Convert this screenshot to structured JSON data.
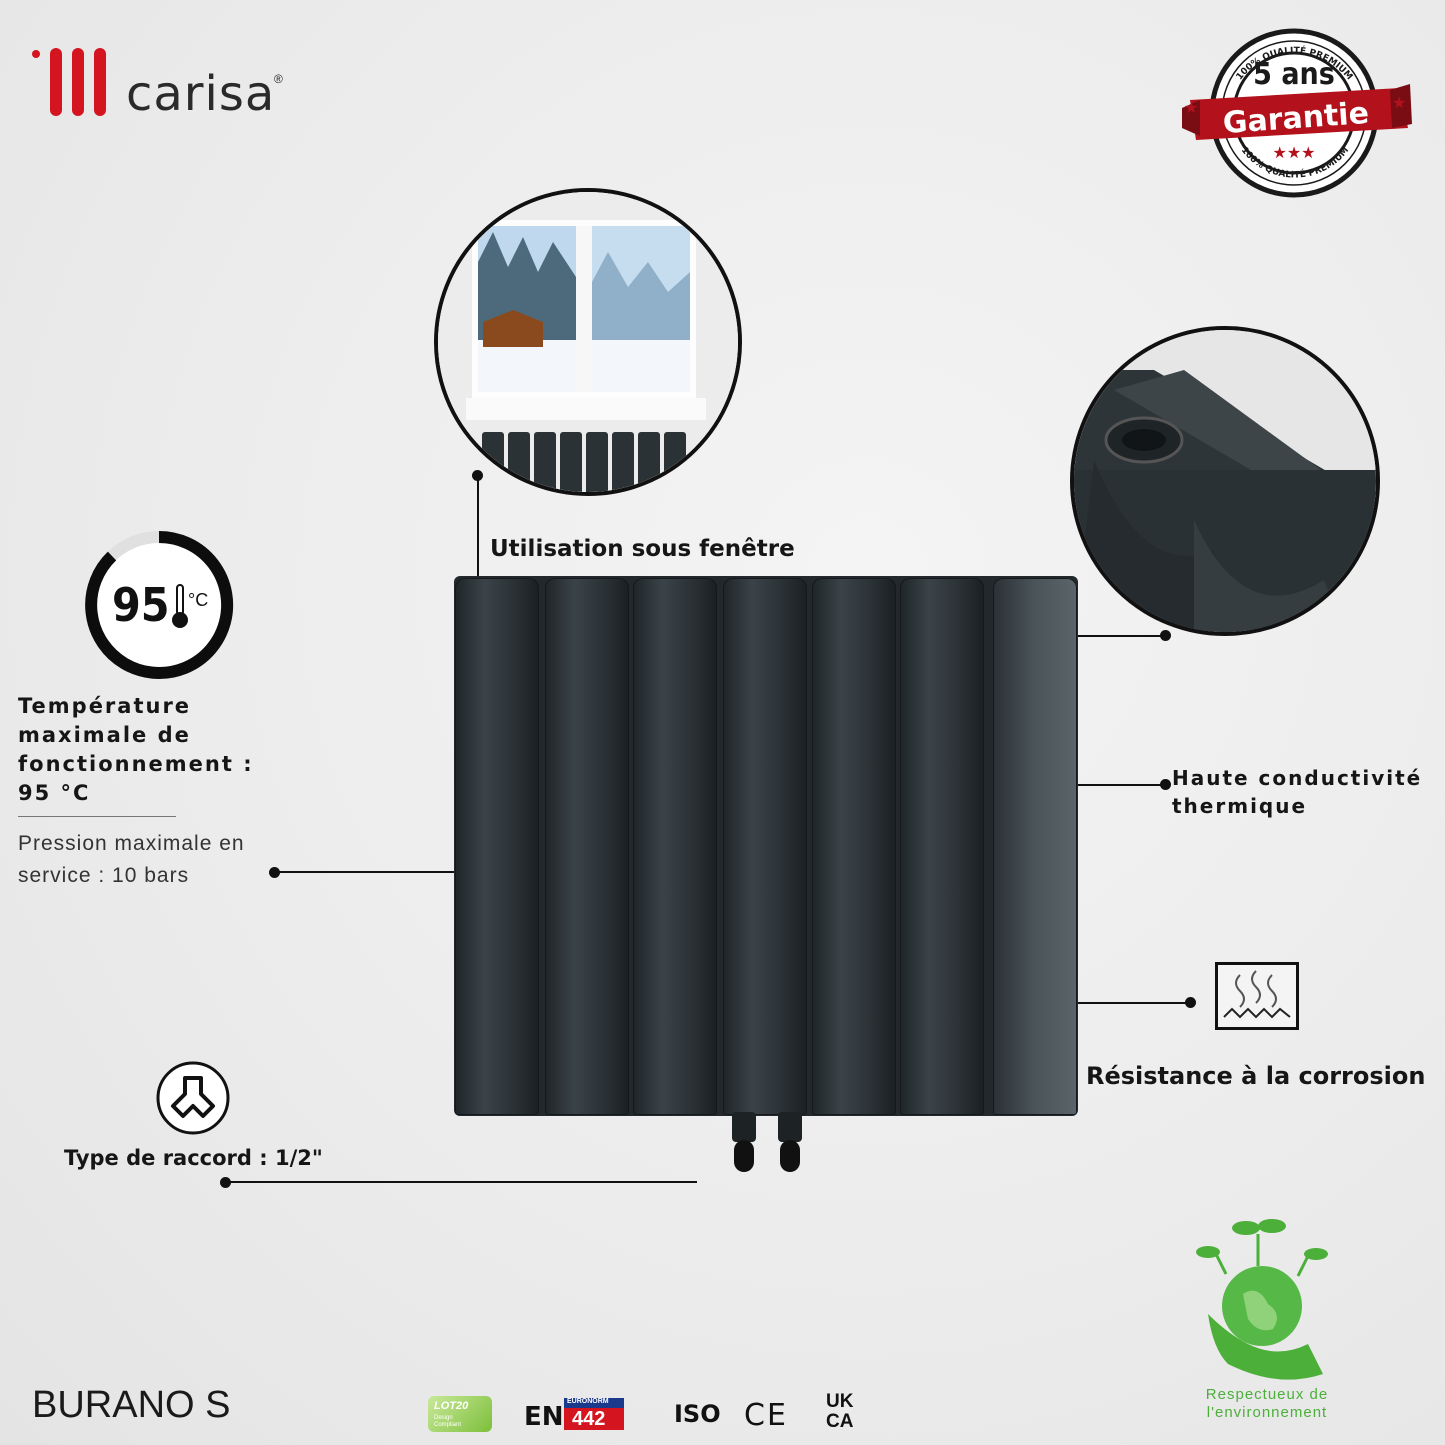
{
  "brand": {
    "name": "carisa",
    "reg": "®",
    "accent": "#d4141f"
  },
  "warranty": {
    "top_arc": "100% QUALITÉ PREMIUM",
    "years": "5 ans",
    "label": "Garantie",
    "bottom_arc": "100% QUALITÉ PREMIUM",
    "color": "#b3121d"
  },
  "temperature": {
    "value": "95",
    "unit": "°C",
    "label": "Température maximale de fonctionnement : 95 °C"
  },
  "pressure": {
    "label": "Pression maximale en service : 10 bars"
  },
  "window": {
    "label": "Utilisation sous fenêtre"
  },
  "conductivity": {
    "label": "Haute conductivité thermique"
  },
  "corrosion": {
    "label": "Résistance à la corrosion"
  },
  "connection": {
    "label": "Type de raccord : 1/2\""
  },
  "product": {
    "name": "BURANO S"
  },
  "eco": {
    "label": "Respectueux de l'environnement",
    "color": "#4caf3a"
  },
  "certifications": {
    "lot20": "LOT20",
    "lot20_sub": "Design Compliant",
    "euronorm": "EURONORM",
    "en": "EN",
    "en_num": "442",
    "iso": "ISO",
    "ce": "CE",
    "ukca_top": "UK",
    "ukca_bottom": "CA"
  },
  "icons": [
    "thermometer-icon",
    "connector-icon",
    "heat-waves-icon",
    "leaf-hand-icon"
  ]
}
